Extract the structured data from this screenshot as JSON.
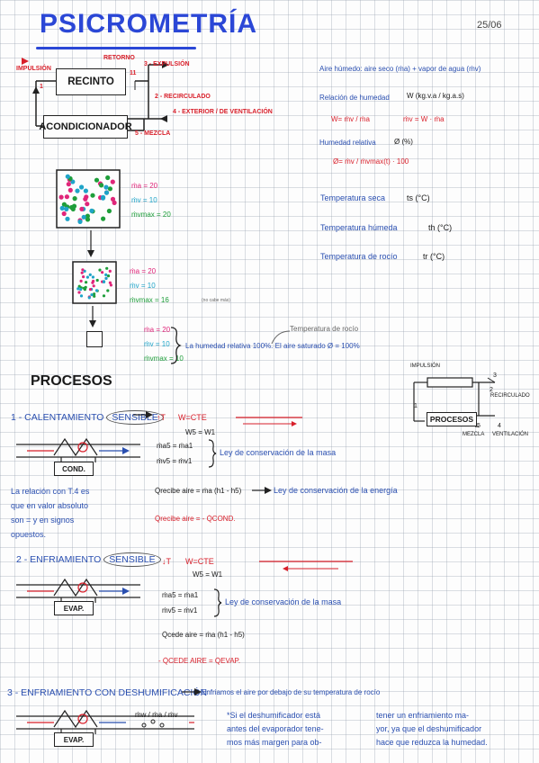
{
  "header": {
    "title": "PSICROMETRÍA",
    "date": "25/06"
  },
  "diagram1": {
    "recinto": "RECINTO",
    "acondicionador": "ACONDICIONADOR",
    "impulsion": "IMPULSIÓN",
    "retorno": "RETORNO",
    "expulsion": "3 - EXPULSIÓN",
    "recirculado": "2 - RECIRCULADO",
    "exterior": "4 - EXTERIOR / DE VENTILACIÓN",
    "mezcla": "5 - MEZCLA",
    "n1": "1",
    "n11": "11"
  },
  "defs": {
    "aire": "Aire húmedo: aire seco (ṁa) + vapor de agua (ṁv)",
    "relacion": "Relación de humedad",
    "w_units": "W (kg.v.a / kg.a.s)",
    "w_formula": "W= ṁv / ṁa",
    "mv_formula": "ṁv = W · ṁa",
    "humedad_rel": "Humedad relativa",
    "phi_unit": "Ø (%)",
    "phi_formula": "Ø= ṁv / ṁvmax(t) · 100",
    "ts": "Temperatura seca",
    "ts_sym": "ts (°C)",
    "th": "Temperatura húmeda",
    "th_sym": "th (°C)",
    "tr": "Temperatura de rocío",
    "tr_sym": "tr (°C)"
  },
  "boxes": {
    "b1": [
      "ṁa = 20",
      "ṁv = 10",
      "ṁvmax = 20"
    ],
    "b2": [
      "ṁa = 20",
      "ṁv = 10",
      "ṁvmax = 16"
    ],
    "b2_note": "(no cabe más)",
    "b3": [
      "ṁa = 20",
      "ṁv = 10",
      "ṁvmax = 10"
    ],
    "b3_text": "La humedad relativa 100%. El aire saturado  Ø = 100%",
    "b3_tr": "Temperatura de rocío"
  },
  "procesos": {
    "heading": "PROCESOS",
    "diag": {
      "impulsion": "IMPULSIÓN",
      "recirculado": "RECIRCULADO",
      "procesos": "PROCESOS",
      "mezcla": "MEZCLA",
      "ventilacion": "VENTILACIÓN",
      "n1": "1",
      "n2": "2",
      "n3": "3",
      "n4": "4",
      "n5": "5"
    },
    "p1": {
      "title": "1 - CALENTAMIENTO",
      "sensible": "SENSIBLE",
      "dT": "↑T",
      "wcte": "W=CTE",
      "w5w1": "W5 = W1",
      "ma": "ṁa5 = ṁa1",
      "mv": "ṁv5 = ṁv1",
      "ley_masa": "Ley de conservación de la masa",
      "cond": "COND.",
      "qrecibe": "Q̇recibe aire = ṁa (h1 - h5)",
      "ley_energia": "Ley de conservación de la energía",
      "qcond": "Q̇recibe aire = - Q̇COND.",
      "note": [
        "La relación con T.4 es",
        "que en valor absoluto",
        "son = y en signos",
        "opuestos."
      ]
    },
    "p2": {
      "title": "2 - ENFRIAMIENTO",
      "sensible": "SENSIBLE",
      "dT": "↓T",
      "wcte": "W=CTE",
      "w5w1": "W5 = W1",
      "ma": "ṁa5 = ṁa1",
      "mv": "ṁv5 = ṁv1",
      "ley_masa": "Ley de conservación de la masa",
      "evap": "EVAP.",
      "qcede": "Q̇cede aire = ṁa (h1 - h5)",
      "qevap": "- Q̇CEDE AIRE = Q̇EVAP."
    },
    "p3": {
      "title": "3 - ENFRIAMIENTO CON DESHUMIFICACIÓN",
      "desc": "Enfriamos el aire por debajo de su temperatura de rocío",
      "evap": "EVAP.",
      "mw": "ṁw / ṁa / ṁv",
      "note_l": [
        "*Si el deshumificador está",
        "antes del evaporador tene-",
        "mos más margen para ob-"
      ],
      "note_r": [
        "tener un enfriamiento ma-",
        "yor, ya que el deshumificador",
        "hace que reduzca la humedad."
      ]
    }
  }
}
